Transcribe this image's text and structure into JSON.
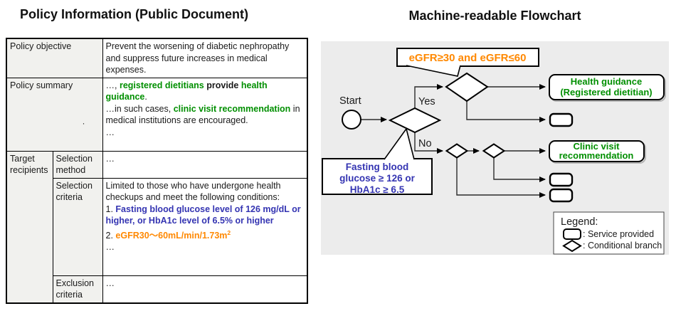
{
  "colors": {
    "green": "#008f00",
    "blue": "#3434b2",
    "orange": "#ff8800",
    "panel_gray": "#ececec",
    "label_cell_gray": "#f1f1ee"
  },
  "left_panel": {
    "title": "Policy Information (Public Document)",
    "table": {
      "rows": {
        "policy_objective": {
          "label": "Policy objective",
          "content": "Prevent the worsening of diabetic nephropathy and suppress future increases in medical expenses."
        },
        "policy_summary": {
          "label": "Policy summary",
          "stray_dot": "·",
          "content_rich": [
            {
              "t": "…, ",
              "s": "plain"
            },
            {
              "t": "registered dietitians",
              "s": "green"
            },
            {
              "t": " ",
              "s": "plain"
            },
            {
              "t": "provide",
              "s": "bold"
            },
            {
              "t": " ",
              "s": "plain"
            },
            {
              "t": "health guidance",
              "s": "green"
            },
            {
              "t": ".",
              "s": "plain"
            },
            {
              "t": "",
              "s": "br"
            },
            {
              "t": "…in such cases, ",
              "s": "plain"
            },
            {
              "t": "clinic visit recommendation",
              "s": "green"
            },
            {
              "t": " in medical institutions are encouraged.",
              "s": "plain"
            },
            {
              "t": "",
              "s": "br"
            },
            {
              "t": "…",
              "s": "plain"
            }
          ]
        },
        "target_recipients": {
          "label": "Target recipients"
        },
        "selection_method": {
          "label": "Selection method",
          "content": "…"
        },
        "selection_criteria": {
          "label": "Selection criteria",
          "content_rich": [
            {
              "t": "Limited to those who have undergone health checkups and meet the following conditions:",
              "s": "plain"
            },
            {
              "t": "",
              "s": "br"
            },
            {
              "t": "1. ",
              "s": "plain"
            },
            {
              "t": "Fasting blood glucose level of 126 mg/dL or higher, or HbA1c level of 6.5% or higher",
              "s": "blue"
            },
            {
              "t": "",
              "s": "br"
            },
            {
              "t": "2. ",
              "s": "plain"
            },
            {
              "t": "eGFR30～60mL/min/1.73m",
              "s": "orange"
            },
            {
              "t": "2",
              "s": "orange-sup"
            },
            {
              "t": "",
              "s": "br"
            },
            {
              "t": "…",
              "s": "plain"
            }
          ]
        },
        "exclusion_criteria": {
          "label": "Exclusion criteria",
          "content": "…"
        }
      }
    }
  },
  "right_panel": {
    "title": "Machine-readable Flowchart",
    "flowchart": {
      "start_label": "Start",
      "yes_label": "Yes",
      "no_label": "No",
      "callout_egfr": "eGFR≥30 and eGFR≤60",
      "callout_fasting_lines": [
        "Fasting blood",
        "glucose ≥ 126 or",
        "HbA1c ≥ 6.5"
      ],
      "health_guidance_lines": [
        "Health guidance",
        "(Registered dietitian)"
      ],
      "clinic_visit_lines": [
        "Clinic visit",
        "recommendation"
      ],
      "legend": {
        "title": "Legend:",
        "service": ": Service provided",
        "branch": ": Conditional branch"
      }
    }
  }
}
